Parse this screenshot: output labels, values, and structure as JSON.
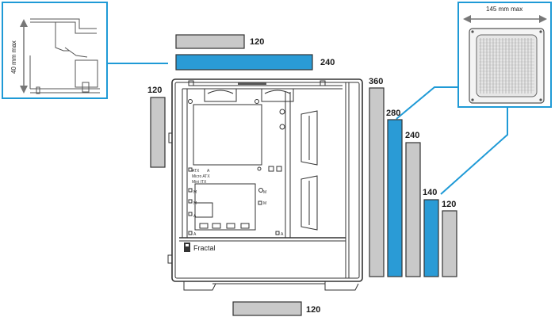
{
  "colors": {
    "radiator_gray": "#c9c9c9",
    "radiator_blue": "#2a9bd6",
    "outline": "#333333",
    "callout_line": "#1f9ad6"
  },
  "labels": {
    "top_120": "120",
    "top_240": "240",
    "front_left_120": "120",
    "bottom_120": "120",
    "side_360": "360",
    "side_280": "280",
    "side_240": "240",
    "side_140": "140",
    "side_120": "120"
  },
  "callouts": {
    "top_clearance": "40 mm max",
    "front_width": "145 mm max"
  },
  "case": {
    "brand": "Fractal",
    "board_labels": [
      "ATX",
      "Micro ATX",
      "Mini ITX"
    ],
    "standoff_letters": [
      "A",
      "M",
      "M",
      "M",
      "M",
      "A",
      "A",
      "A"
    ]
  },
  "icons": {
    "width_arrow": "double-arrow-horizontal-icon",
    "height_arrow": "double-arrow-vertical-icon",
    "radiator": "radiator-icon",
    "logo": "fractal-logo-icon"
  }
}
